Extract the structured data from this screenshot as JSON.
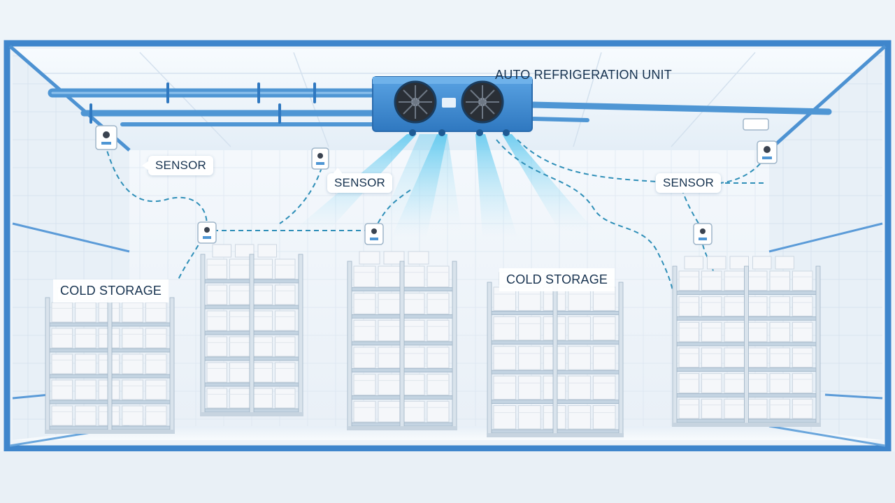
{
  "labels": {
    "refrigeration_unit": "AUTO REFRIGERATION UNIT",
    "sensor_left": "SENSOR",
    "sensor_center": "SENSOR",
    "sensor_right": "SENSOR",
    "storage_left": "COLD STORAGE",
    "storage_center": "COLD STORAGE"
  },
  "colors": {
    "frame": "#3f86cc",
    "unit_body": "#3d8bd3",
    "pipe": "#4f96d4",
    "airflow": "#7fd2f0",
    "sensor_link": "#2f8fb8",
    "rack": "#c4d4e2",
    "box": "#f5f7fa",
    "text": "#16324f"
  }
}
